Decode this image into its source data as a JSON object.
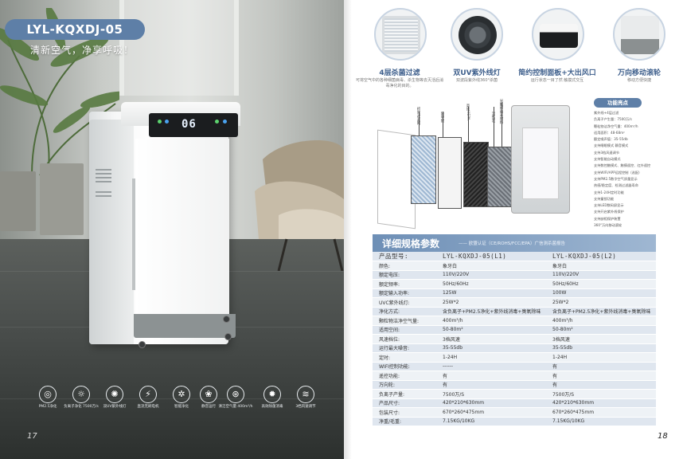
{
  "left_page": {
    "model_title": "LYL-KQXDJ-05",
    "slogan": "清新空气，净享呼吸！",
    "display_digits": "06",
    "features": [
      {
        "icon": "pm25-icon",
        "glyph": "◎",
        "label": "PM2.5净化"
      },
      {
        "icon": "negative-ion-icon",
        "glyph": "☼",
        "label": "负离子净化 7500万/s"
      },
      {
        "icon": "uv-lamp-icon",
        "glyph": "✺",
        "label": "双UV紫外线灯"
      },
      {
        "icon": "motor-icon",
        "glyph": "⚡",
        "label": "直流无刷电机"
      },
      {
        "icon": "smart-purify-icon",
        "glyph": "✲",
        "label": "智能净化"
      },
      {
        "icon": "quiet-icon",
        "glyph": "❀",
        "label": "静音运行"
      },
      {
        "icon": "cadr-icon",
        "glyph": "⊛",
        "label": "清洁空气量 400m³/h"
      },
      {
        "icon": "sterilize-icon",
        "glyph": "✹",
        "label": "高效除菌消毒"
      },
      {
        "icon": "speed-icon",
        "glyph": "≋",
        "label": "3档风速调节"
      }
    ],
    "page_number": "17"
  },
  "right_page": {
    "top_features": [
      {
        "title": "4层杀菌过滤",
        "desc": "可将空气中的各种细菌病毒、杀生物等去灭活后消毒净化的目的。",
        "icon": "filter-icon"
      },
      {
        "title": "双UV紫外线灯",
        "desc": "双波段紫外线360°杀菌",
        "icon": "uv-icon"
      },
      {
        "title": "简约控制面板+大出风口",
        "desc": "运行状态一目了然 触摸式交互",
        "icon": "panel-icon"
      },
      {
        "title": "万向移动滚轮",
        "desc": "移动方便快捷",
        "icon": "wheel-icon"
      }
    ],
    "filter_labels": [
      "初效过滤网",
      "除甲醛",
      "高效HEPA",
      "活性炭",
      "光触媒纳米材料"
    ],
    "function_highlights_title": "功能亮点",
    "function_highlights": [
      "紫外线+4层过滤",
      "负离子产生量：7500万/s",
      "颗粒物洁净空气量：400m³/h",
      "适用面积：48-68m²",
      "额定噪声值：35-55db",
      "支持睡眠模式  静音模式",
      "支持3档风速调节",
      "支持智能自动模式",
      "支持数控触摸式、触摸遥控、红外遥控",
      "支持WIFI/APP远程控制（选配）",
      "支持PM2.5数字空气质量显示",
      "热感/稳定度、检测过滤器寿命",
      "支持1-24H定时功能",
      "支持童锁功能",
      "支持LED数码屏显示",
      "支持开启紫外线保护",
      "支持缺相保护装置",
      "360°万向移动滚轮"
    ],
    "spec_title": "详细规格参数",
    "spec_subtitle": "—— 欧盟认证（CE/ROHS/FCC/EPA）广信测杀菌报告",
    "spec_models": [
      "LYL-KQXDJ-05(L1)",
      "LYL-KQXDJ-05(L2)"
    ],
    "spec_header_key": "产品型号:",
    "spec_rows": [
      {
        "k": "颜色:",
        "v1": "象牙白",
        "v2": "象牙白"
      },
      {
        "k": "额定电压:",
        "v1": "110V/220V",
        "v2": "110V/220V"
      },
      {
        "k": "额定频率:",
        "v1": "50Hz/60Hz",
        "v2": "50Hz/60Hz"
      },
      {
        "k": "额定输入功率:",
        "v1": "125W",
        "v2": "100W"
      },
      {
        "k": "UVC紫外线灯:",
        "v1": "25W*2",
        "v2": "25W*2"
      },
      {
        "k": "净化方式:",
        "v1": "含负离子+PM2.5净化+紫外线消毒+臭氧除味",
        "v2": "含负离子+PM2.5净化+紫外线消毒+臭氧除味"
      },
      {
        "k": "颗粒物洁净空气量:",
        "v1": "400m³/h",
        "v2": "400m³/h"
      },
      {
        "k": "适用空间:",
        "v1": "50-80m²",
        "v2": "50-80m²"
      },
      {
        "k": "风速档位:",
        "v1": "3档风速",
        "v2": "3档风速"
      },
      {
        "k": "运行最大噪音:",
        "v1": "35-55db",
        "v2": "35-55db"
      },
      {
        "k": "定时:",
        "v1": "1-24H",
        "v2": "1-24H"
      },
      {
        "k": "WIFI控制功能:",
        "v1": "------",
        "v2": "有"
      },
      {
        "k": "遥控功能:",
        "v1": "有",
        "v2": "有"
      },
      {
        "k": "万向轮:",
        "v1": "有",
        "v2": "有"
      },
      {
        "k": "负离子产量:",
        "v1": "7500万/S",
        "v2": "7500万/S"
      },
      {
        "k": "产品尺寸:",
        "v1": "420*210*630mm",
        "v2": "420*210*630mm"
      },
      {
        "k": "包装尺寸:",
        "v1": "670*260*475mm",
        "v2": "670*260*475mm"
      },
      {
        "k": "净重/毛重:",
        "v1": "7.15KG/10KG",
        "v2": "7.15KG/10KG"
      }
    ],
    "page_number": "18"
  },
  "colors": {
    "accent": "#5e7fa7",
    "table_row_a": "#dfe6ef",
    "table_row_b": "#eef2f6"
  }
}
